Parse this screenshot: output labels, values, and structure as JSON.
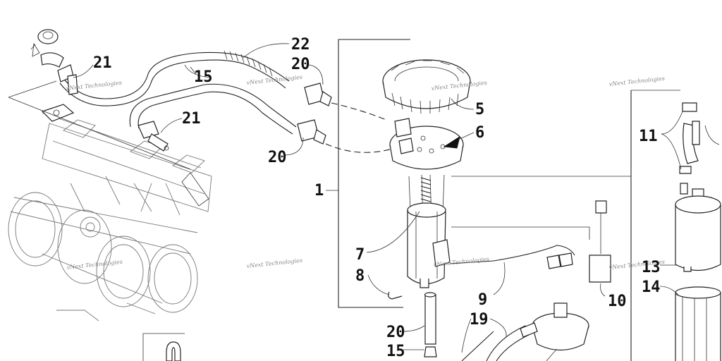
{
  "diagram": {
    "callouts": {
      "c1": "1",
      "c5": "5",
      "c6": "6",
      "c7": "7",
      "c8": "8",
      "c9": "9",
      "c10": "10",
      "c11": "11",
      "c13": "13",
      "c14": "14",
      "c15a": "15",
      "c15b": "15",
      "c19": "19",
      "c20a": "20",
      "c20b": "20",
      "c20c": "20",
      "c21a": "21",
      "c21b": "21",
      "c22": "22"
    },
    "watermark": "vNext Technologies"
  }
}
